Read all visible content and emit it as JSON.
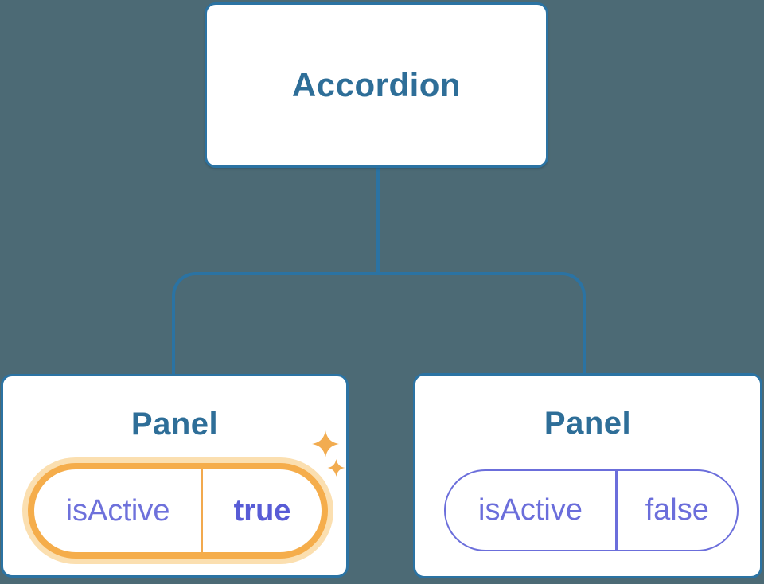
{
  "colors": {
    "background": "#4C6A75",
    "line_blue": "#2B73A3",
    "node_fill": "#FFFFFF",
    "title_blue": "#2E6E98",
    "purple": "#6B6EDB",
    "purple_light": "#6E71DB",
    "purple_bold": "#585CD6",
    "orange": "#F5AD4B",
    "orange_halo": "#FBDFB0",
    "orange_divider": "#F2A94E",
    "sparkle": "#F2AC50"
  },
  "tree": {
    "root": {
      "label": "Accordion"
    },
    "children": [
      {
        "title": "Panel",
        "state": {
          "name": "isActive",
          "value": "true"
        },
        "highlighted": true
      },
      {
        "title": "Panel",
        "state": {
          "name": "isActive",
          "value": "false"
        },
        "highlighted": false
      }
    ]
  }
}
